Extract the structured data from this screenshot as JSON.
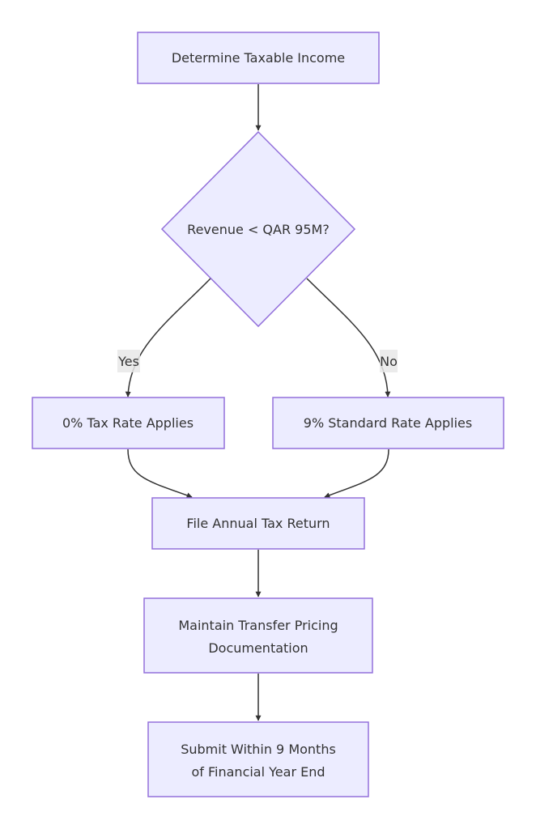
{
  "diagram": {
    "type": "flowchart",
    "direction": "top-down",
    "colors": {
      "node_fill": "#ECECFF",
      "node_stroke": "#9370DB",
      "text": "#333333",
      "edge": "#333333",
      "edge_label_bg": "#E8E8E8"
    },
    "nodes": [
      {
        "id": "n1",
        "shape": "rect",
        "lines": [
          "Determine Taxable Income"
        ]
      },
      {
        "id": "n2",
        "shape": "diamond",
        "lines": [
          "Revenue < QAR 95M?"
        ]
      },
      {
        "id": "n3",
        "shape": "rect",
        "lines": [
          "0% Tax Rate Applies"
        ]
      },
      {
        "id": "n4",
        "shape": "rect",
        "lines": [
          "9% Standard Rate Applies"
        ]
      },
      {
        "id": "n5",
        "shape": "rect",
        "lines": [
          "File Annual Tax Return"
        ]
      },
      {
        "id": "n6",
        "shape": "rect",
        "lines": [
          "Maintain Transfer Pricing",
          "Documentation"
        ]
      },
      {
        "id": "n7",
        "shape": "rect",
        "lines": [
          "Submit Within 9 Months",
          "of Financial Year End"
        ]
      }
    ],
    "edges": [
      {
        "from": "n1",
        "to": "n2",
        "label": ""
      },
      {
        "from": "n2",
        "to": "n3",
        "label": "Yes"
      },
      {
        "from": "n2",
        "to": "n4",
        "label": "No"
      },
      {
        "from": "n3",
        "to": "n5",
        "label": ""
      },
      {
        "from": "n4",
        "to": "n5",
        "label": ""
      },
      {
        "from": "n5",
        "to": "n6",
        "label": ""
      },
      {
        "from": "n6",
        "to": "n7",
        "label": ""
      }
    ]
  }
}
